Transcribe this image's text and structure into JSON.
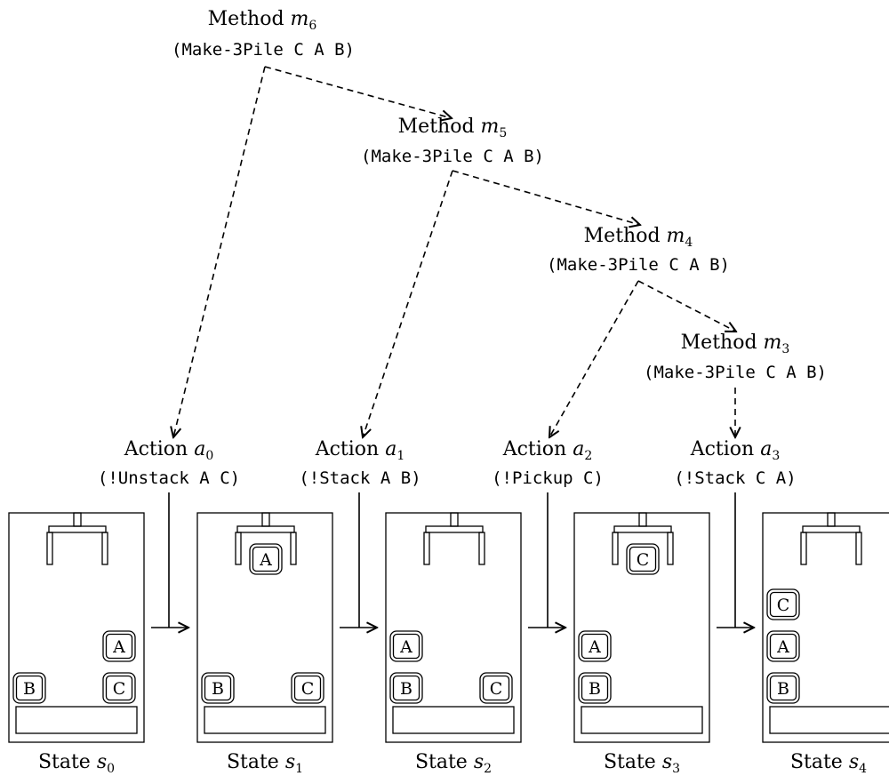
{
  "methods": [
    {
      "label": "Method",
      "var": "m",
      "sub": "6",
      "call": "(Make-3Pile C A B)"
    },
    {
      "label": "Method",
      "var": "m",
      "sub": "5",
      "call": "(Make-3Pile C A B)"
    },
    {
      "label": "Method",
      "var": "m",
      "sub": "4",
      "call": "(Make-3Pile C A B)"
    },
    {
      "label": "Method",
      "var": "m",
      "sub": "3",
      "call": "(Make-3Pile C A B)"
    }
  ],
  "actions": [
    {
      "label": "Action",
      "var": "a",
      "sub": "0",
      "call": "(!Unstack A C)"
    },
    {
      "label": "Action",
      "var": "a",
      "sub": "1",
      "call": "(!Stack A B)"
    },
    {
      "label": "Action",
      "var": "a",
      "sub": "2",
      "call": "(!Pickup C)"
    },
    {
      "label": "Action",
      "var": "a",
      "sub": "3",
      "call": "(!Stack C A)"
    }
  ],
  "states": [
    {
      "label": "State",
      "var": "s",
      "sub": "0",
      "gripper": "",
      "blocks": {
        "B": "B",
        "C": "C",
        "A": "A"
      }
    },
    {
      "label": "State",
      "var": "s",
      "sub": "1",
      "gripper": "A",
      "blocks": {
        "B": "B",
        "C": "C"
      }
    },
    {
      "label": "State",
      "var": "s",
      "sub": "2",
      "gripper": "",
      "blocks": {
        "A": "A",
        "B": "B",
        "C": "C"
      }
    },
    {
      "label": "State",
      "var": "s",
      "sub": "3",
      "gripper": "C",
      "blocks": {
        "A": "A",
        "B": "B"
      }
    },
    {
      "label": "State",
      "var": "s",
      "sub": "4",
      "gripper": "",
      "blocks": {
        "C": "C",
        "A": "A",
        "B": "B"
      }
    }
  ]
}
